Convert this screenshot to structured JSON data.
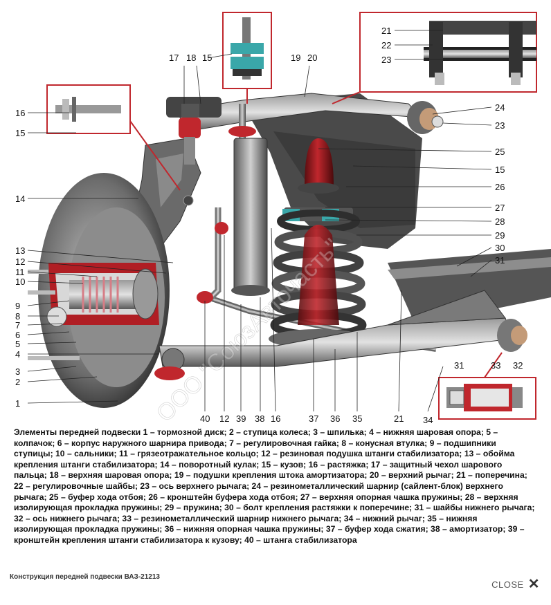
{
  "diagram": {
    "labels_left": [
      "16",
      "15",
      "14",
      "13",
      "12",
      "11",
      "10",
      "9",
      "8",
      "7",
      "6",
      "5",
      "4",
      "3",
      "2",
      "1"
    ],
    "labels_top": [
      "17",
      "18",
      "15",
      "19",
      "20",
      "21",
      "22",
      "23"
    ],
    "labels_right": [
      "24",
      "23",
      "25",
      "15",
      "26",
      "27",
      "28",
      "29",
      "30",
      "31"
    ],
    "labels_bottom": [
      "40",
      "12",
      "39",
      "38",
      "16",
      "37",
      "36",
      "35",
      "21",
      "34",
      "31",
      "33",
      "32"
    ],
    "watermark": "ООО \"СоюзАвточасть\""
  },
  "caption": "Элементы передней подвески 1 – тормозной диск; 2 – ступица колеса; 3 – шпилька; 4 – нижняя шаровая опора; 5 – колпачок; 6 – корпус наружного шарнира привода; 7 – регулировочная гайка; 8 – конусная втулка; 9 – подшипники ступицы; 10 – сальники; 11 – грязеотражательное кольцо; 12 – резиновая подушка штанги стабилизатора; 13 – обойма крепления штанги стабилизатора; 14 – поворотный кулак; 15 – кузов; 16 – растяжка; 17 – защитный чехол шарового пальца; 18 – верхняя шаровая опора; 19 – подушки крепления штока амортизатора; 20 – верхний рычаг; 21 – поперечина; 22 – регулировочные шайбы; 23 – ось верхнего рычага; 24 – резинометаллический шарнир (сайлент-блок) верхнего рычага; 25 – буфер хода отбоя; 26 – кронштейн буфера хода отбоя; 27 – верхняя опорная чашка пружины; 28 – верхняя изолирующая прокладка пружины; 29 – пружина; 30 – болт крепления растяжки к поперечине; 31 – шайбы нижнего рычага; 32 – ось нижнего рычага; 33 – резинометаллический шарнир нижнего рычага; 34 – нижний рычаг; 35 – нижняя изолирующая прокладка пружины; 36 – нижняя опорная чашка пружины; 37 – буфер хода сжатия; 38 – амортизатор; 39 – кронштейн крепления штанги стабилизатора к кузову; 40 – штанга стабилизатора",
  "footer": {
    "title": "Конструкция передней подвески ВАЗ-21213",
    "close_label": "CLOSE"
  },
  "colors": {
    "metal_dark": "#3a3a3a",
    "metal_mid": "#7a7a7a",
    "metal_light": "#c8c8c8",
    "rubber_red": "#c0272d",
    "rubber_pink": "#d8837a",
    "teal": "#3aa7a9",
    "callout_border": "#c0272d"
  }
}
